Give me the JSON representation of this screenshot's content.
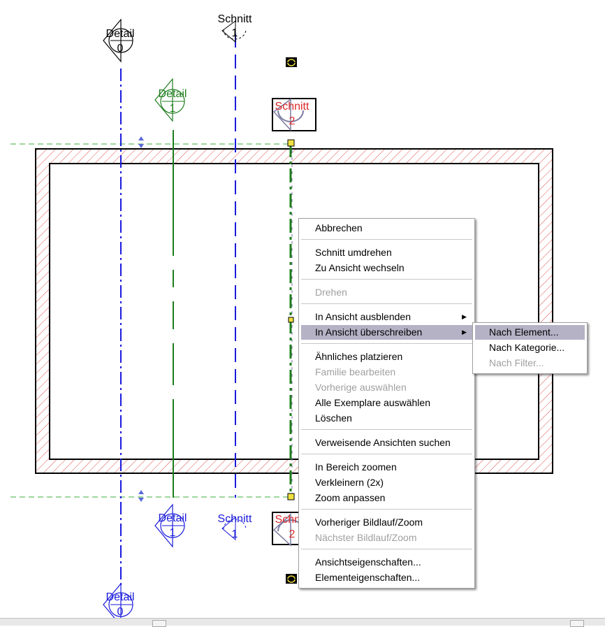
{
  "view_tags": {
    "detail_0_top": {
      "title": "Detail",
      "number": "0"
    },
    "schnitt_1_top": {
      "title": "Schnitt",
      "number": "1"
    },
    "detail_1_top": {
      "title": "Detail",
      "number": "1"
    },
    "schnitt_2_top": {
      "title": "Schnitt",
      "number": "2"
    },
    "detail_1_bottom": {
      "title": "Detail",
      "number": "1"
    },
    "schnitt_1_bottom": {
      "title": "Schnitt",
      "number": "1"
    },
    "schnitt_2_bottom": {
      "title": "Schnitt",
      "number": "2"
    },
    "detail_0_bottom": {
      "title": "Detail",
      "number": "0"
    }
  },
  "colors": {
    "blue": "#1a1adc",
    "green": "#1e7d1e",
    "red": "#dc2828",
    "hatch": "#e05050",
    "highlight": "#b5b2c6"
  },
  "context_menu": {
    "items": [
      {
        "label": "Abbrechen",
        "enabled": true
      },
      {
        "label": "Schnitt umdrehen",
        "enabled": true
      },
      {
        "label": "Zu Ansicht wechseln",
        "enabled": true
      },
      {
        "label": "Drehen",
        "enabled": false
      },
      {
        "label": "In Ansicht ausblenden",
        "enabled": true,
        "submenu": true
      },
      {
        "label": "In Ansicht überschreiben",
        "enabled": true,
        "submenu": true,
        "highlighted": true
      },
      {
        "label": "Ähnliches platzieren",
        "enabled": true
      },
      {
        "label": "Familie bearbeiten",
        "enabled": false
      },
      {
        "label": "Vorherige auswählen",
        "enabled": false
      },
      {
        "label": "Alle Exemplare auswählen",
        "enabled": true
      },
      {
        "label": "Löschen",
        "enabled": true
      },
      {
        "label": "Verweisende Ansichten suchen",
        "enabled": true
      },
      {
        "label": "In Bereich zoomen",
        "enabled": true
      },
      {
        "label": "Verkleinern (2x)",
        "enabled": true
      },
      {
        "label": "Zoom anpassen",
        "enabled": true
      },
      {
        "label": "Vorheriger Bildlauf/Zoom",
        "enabled": true
      },
      {
        "label": "Nächster Bildlauf/Zoom",
        "enabled": false
      },
      {
        "label": "Ansichtseigenschaften...",
        "enabled": true
      },
      {
        "label": "Elementeigenschaften...",
        "enabled": true
      }
    ]
  },
  "submenu": {
    "items": [
      {
        "label": "Nach Element...",
        "enabled": true,
        "highlighted": true
      },
      {
        "label": "Nach Kategorie...",
        "enabled": true
      },
      {
        "label": "Nach Filter...",
        "enabled": false
      }
    ]
  }
}
